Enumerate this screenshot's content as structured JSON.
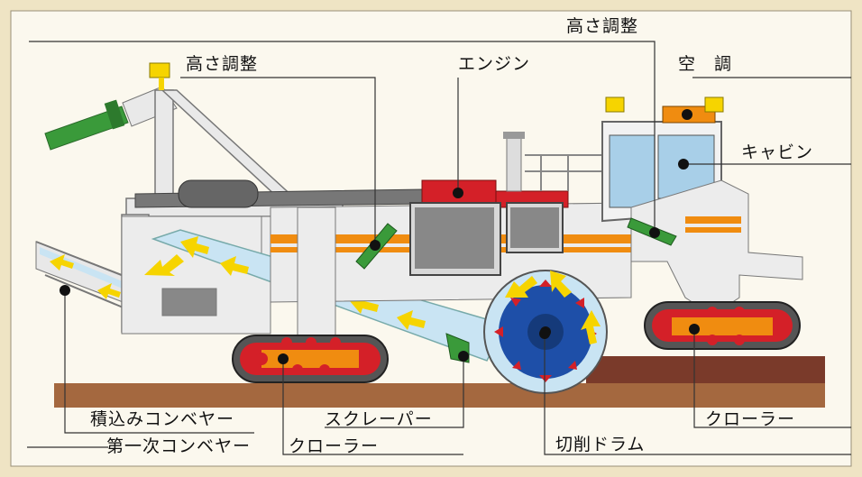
{
  "labels": {
    "height_adjust_top": "高さ調整",
    "height_adjust_left": "高さ調整",
    "engine": "エンジン",
    "air_conditioner": "空　調",
    "cabin": "キャビン",
    "loading_conveyor": "積込みコンベヤー",
    "scraper": "スクレーパー",
    "crawler_right": "クローラー",
    "primary_conveyor": "第一次コンベヤー",
    "crawler_left": "クローラー",
    "cutting_drum": "切削ドラム"
  },
  "colors": {
    "page": "#efe4c4",
    "panel": "#fbf8ee",
    "frame": "#555555",
    "body": "#e9e9e9",
    "engine_red": "#d42028",
    "track_dark": "#4a4a4a",
    "conveyor_blue": "#c9e4f3",
    "arrow_yellow": "#f6d400",
    "drum_blue": "#1e4fa8",
    "ground": "#a4683f",
    "pipe_green": "#3a9a3a",
    "stripe_orange": "#f08c10"
  },
  "icons": [
    "yellow-arrow-icon",
    "beacon-lamp-icon",
    "callout-dot-icon"
  ]
}
